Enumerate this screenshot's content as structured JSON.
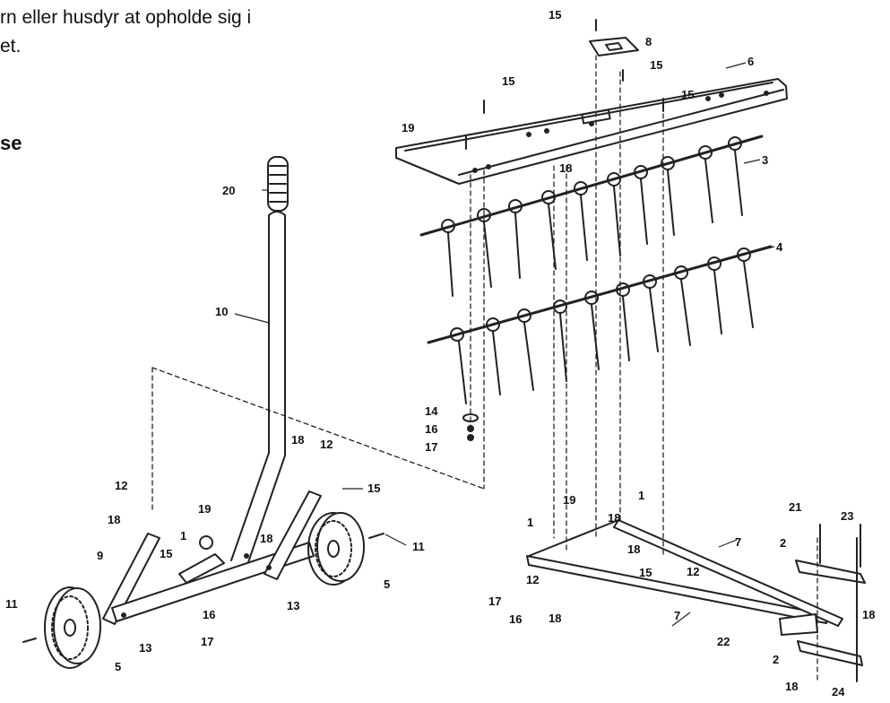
{
  "text": {
    "line1": "rn eller husdyr at opholde sig i",
    "line2": "et.",
    "heading": "se"
  },
  "callouts": [
    "1",
    "2",
    "3",
    "4",
    "5",
    "6",
    "7",
    "8",
    "9",
    "10",
    "11",
    "12",
    "13",
    "14",
    "15",
    "16",
    "17",
    "18",
    "19",
    "20",
    "21",
    "22",
    "23",
    "24"
  ]
}
